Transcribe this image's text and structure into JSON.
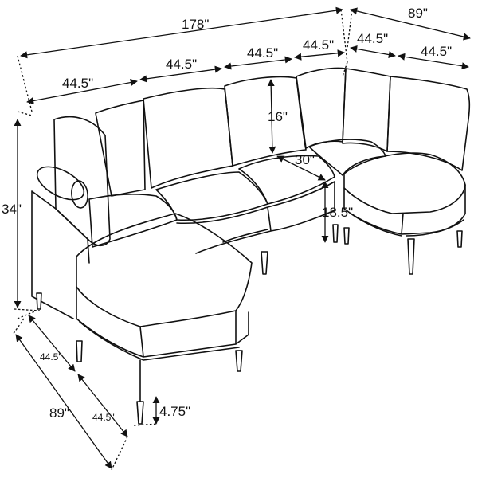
{
  "dimensions": {
    "total_width": "178\"",
    "right_depth": "89\"",
    "seat_1": "44.5\"",
    "seat_2": "44.5\"",
    "seat_3": "44.5\"",
    "seat_4": "44.5\"",
    "corner_seat": "44.5\"",
    "right_seat": "44.5\"",
    "back_height": "16\"",
    "seat_depth": "30\"",
    "seat_height": "18.5\"",
    "overall_height": "34\"",
    "left_depth": "89\"",
    "chaise_upper": "44.5\"",
    "chaise_lower": "44.5\"",
    "leg_height": "4.75\""
  }
}
